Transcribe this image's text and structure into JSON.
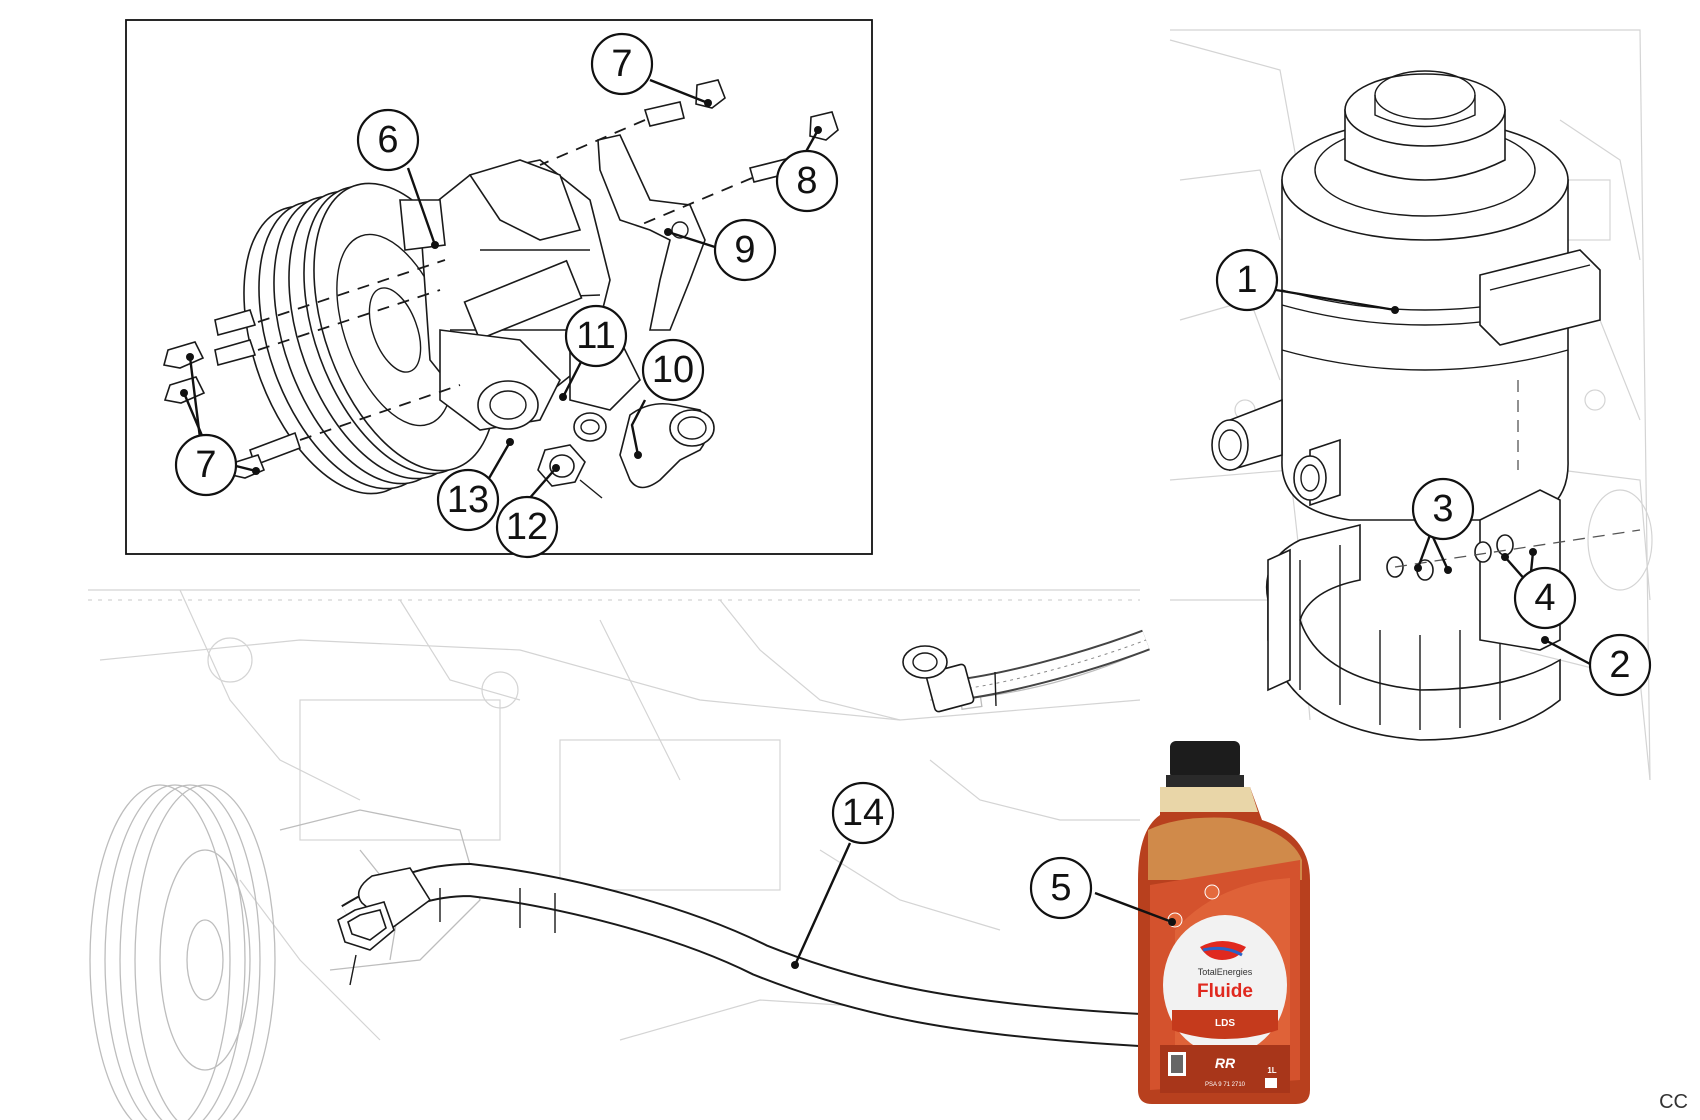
{
  "callouts": [
    {
      "id": "pump-bolt-top",
      "label": "7"
    },
    {
      "id": "pump-bolt-left",
      "label": "7"
    },
    {
      "id": "pump",
      "label": "6"
    },
    {
      "id": "bracket-bolt",
      "label": "8"
    },
    {
      "id": "bracket",
      "label": "9"
    },
    {
      "id": "outlet-union",
      "label": "10"
    },
    {
      "id": "seal-11",
      "label": "11"
    },
    {
      "id": "union-12",
      "label": "12"
    },
    {
      "id": "seal-13",
      "label": "13"
    },
    {
      "id": "reservoir",
      "label": "1"
    },
    {
      "id": "reservoir-clamp",
      "label": "2"
    },
    {
      "id": "clamp-screws",
      "label": "3"
    },
    {
      "id": "clamp-washers",
      "label": "4"
    },
    {
      "id": "fluid-bottle",
      "label": "5"
    },
    {
      "id": "high-pressure-hose",
      "label": "14"
    }
  ],
  "bottle": {
    "brand": "TotalEnergies",
    "product": "Fluide",
    "grade": "LDS",
    "volume": "1L",
    "reference": "PSA 9 71 2710",
    "colors": {
      "body": "#b8401e",
      "cap": "#1c1c1c",
      "label": "#f2f2f2",
      "accent": "#e0291f"
    }
  },
  "corner_code": "CC"
}
